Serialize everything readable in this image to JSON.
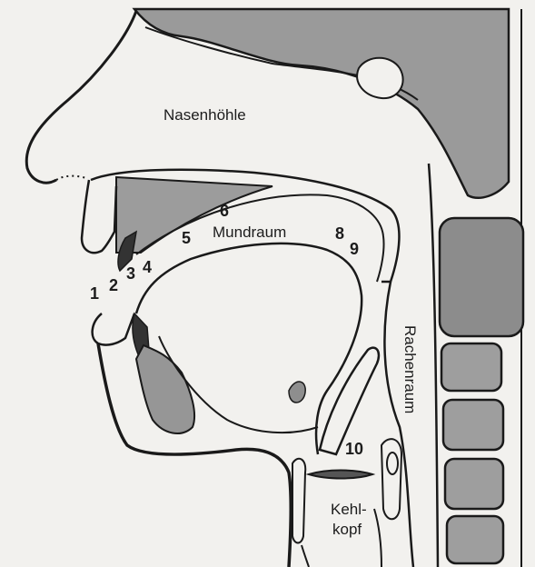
{
  "regions": {
    "nasal_cavity": "Nasenhöhle",
    "oral_cavity": "Mundraum",
    "pharynx": "Rachenraum",
    "larynx_line1": "Kehl-",
    "larynx_line2": "kopf"
  },
  "numbers": [
    "1",
    "2",
    "3",
    "4",
    "5",
    "6",
    "8",
    "9",
    "10"
  ],
  "colors": {
    "background": "#f2f1ee",
    "outline": "#1a1a1a",
    "tissue_gray": "#8a8a8a",
    "bone_gray": "#a3a3a3",
    "dark_gray": "#3c3c3c"
  }
}
